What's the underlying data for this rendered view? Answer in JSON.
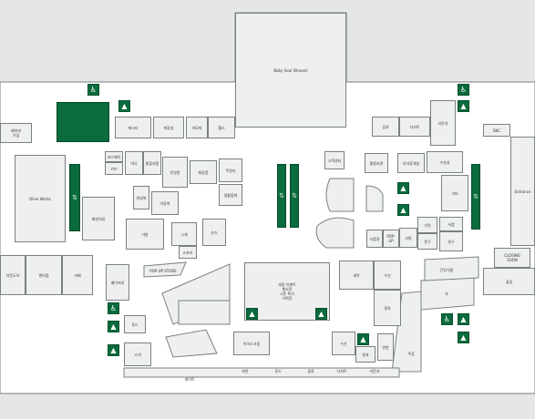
{
  "map": {
    "colors": {
      "floor": "#ffffff",
      "store": "#eef0f0",
      "store_border": "#7b8080",
      "accent": "#0a6b3c",
      "outside": "#e5e6e6"
    },
    "labels": {
      "baby": "Baby Seal (Brunei)",
      "left_top": "베이비\n기념",
      "cafe": "Olive Works",
      "t1": "에시티",
      "t2": "화장실",
      "t3": "마모마",
      "t4": "헬스",
      "t5": "코스메틱",
      "t6": "키즈",
      "t7": "약국",
      "t8": "통합지원",
      "t9": "안경원",
      "t10": "화장품",
      "t11": "주얼리",
      "t12": "생활잡화",
      "t13": "패션의류",
      "t14": "여성복",
      "t15": "아동복",
      "t16": "가방",
      "t17": "시계",
      "popup": "POP-UP STORE",
      "t18": "슈즈",
      "t19": "스포츠",
      "t20": "아웃도어",
      "t21": "편의점",
      "t22": "카페",
      "t23": "베이커리",
      "t24": "푸드",
      "t25": "스낵",
      "t26": "아이스크림",
      "t27": "음료",
      "t28": "디저트",
      "t29": "라운지",
      "t30": "고객센터",
      "t31": "물품보관",
      "t32": "유아휴게실",
      "t33": "수유실",
      "t34": "기타",
      "center_big": "세일 이벤트\n행사장\n시즌 특가\n기획전",
      "t35": "식품관",
      "t36": "리빙",
      "t37": "가전",
      "t38": "문구",
      "t39": "서점",
      "t40": "완구",
      "t41": "꽃집",
      "t42": "세탁",
      "t43": "수선",
      "t44": "정육",
      "t45": "수산",
      "t46": "청과",
      "t47": "반찬",
      "t48": "주류",
      "t49": "건강식품",
      "t50": "차",
      "t51": "SNC",
      "t52": "CLOSING\nSOON",
      "t53": "Entrance",
      "t54": "POP-UP",
      "t55": "게이트",
      "t56": "보안"
    },
    "icons": [
      "restroom-icon",
      "elevator-icon",
      "escalator-icon"
    ]
  }
}
